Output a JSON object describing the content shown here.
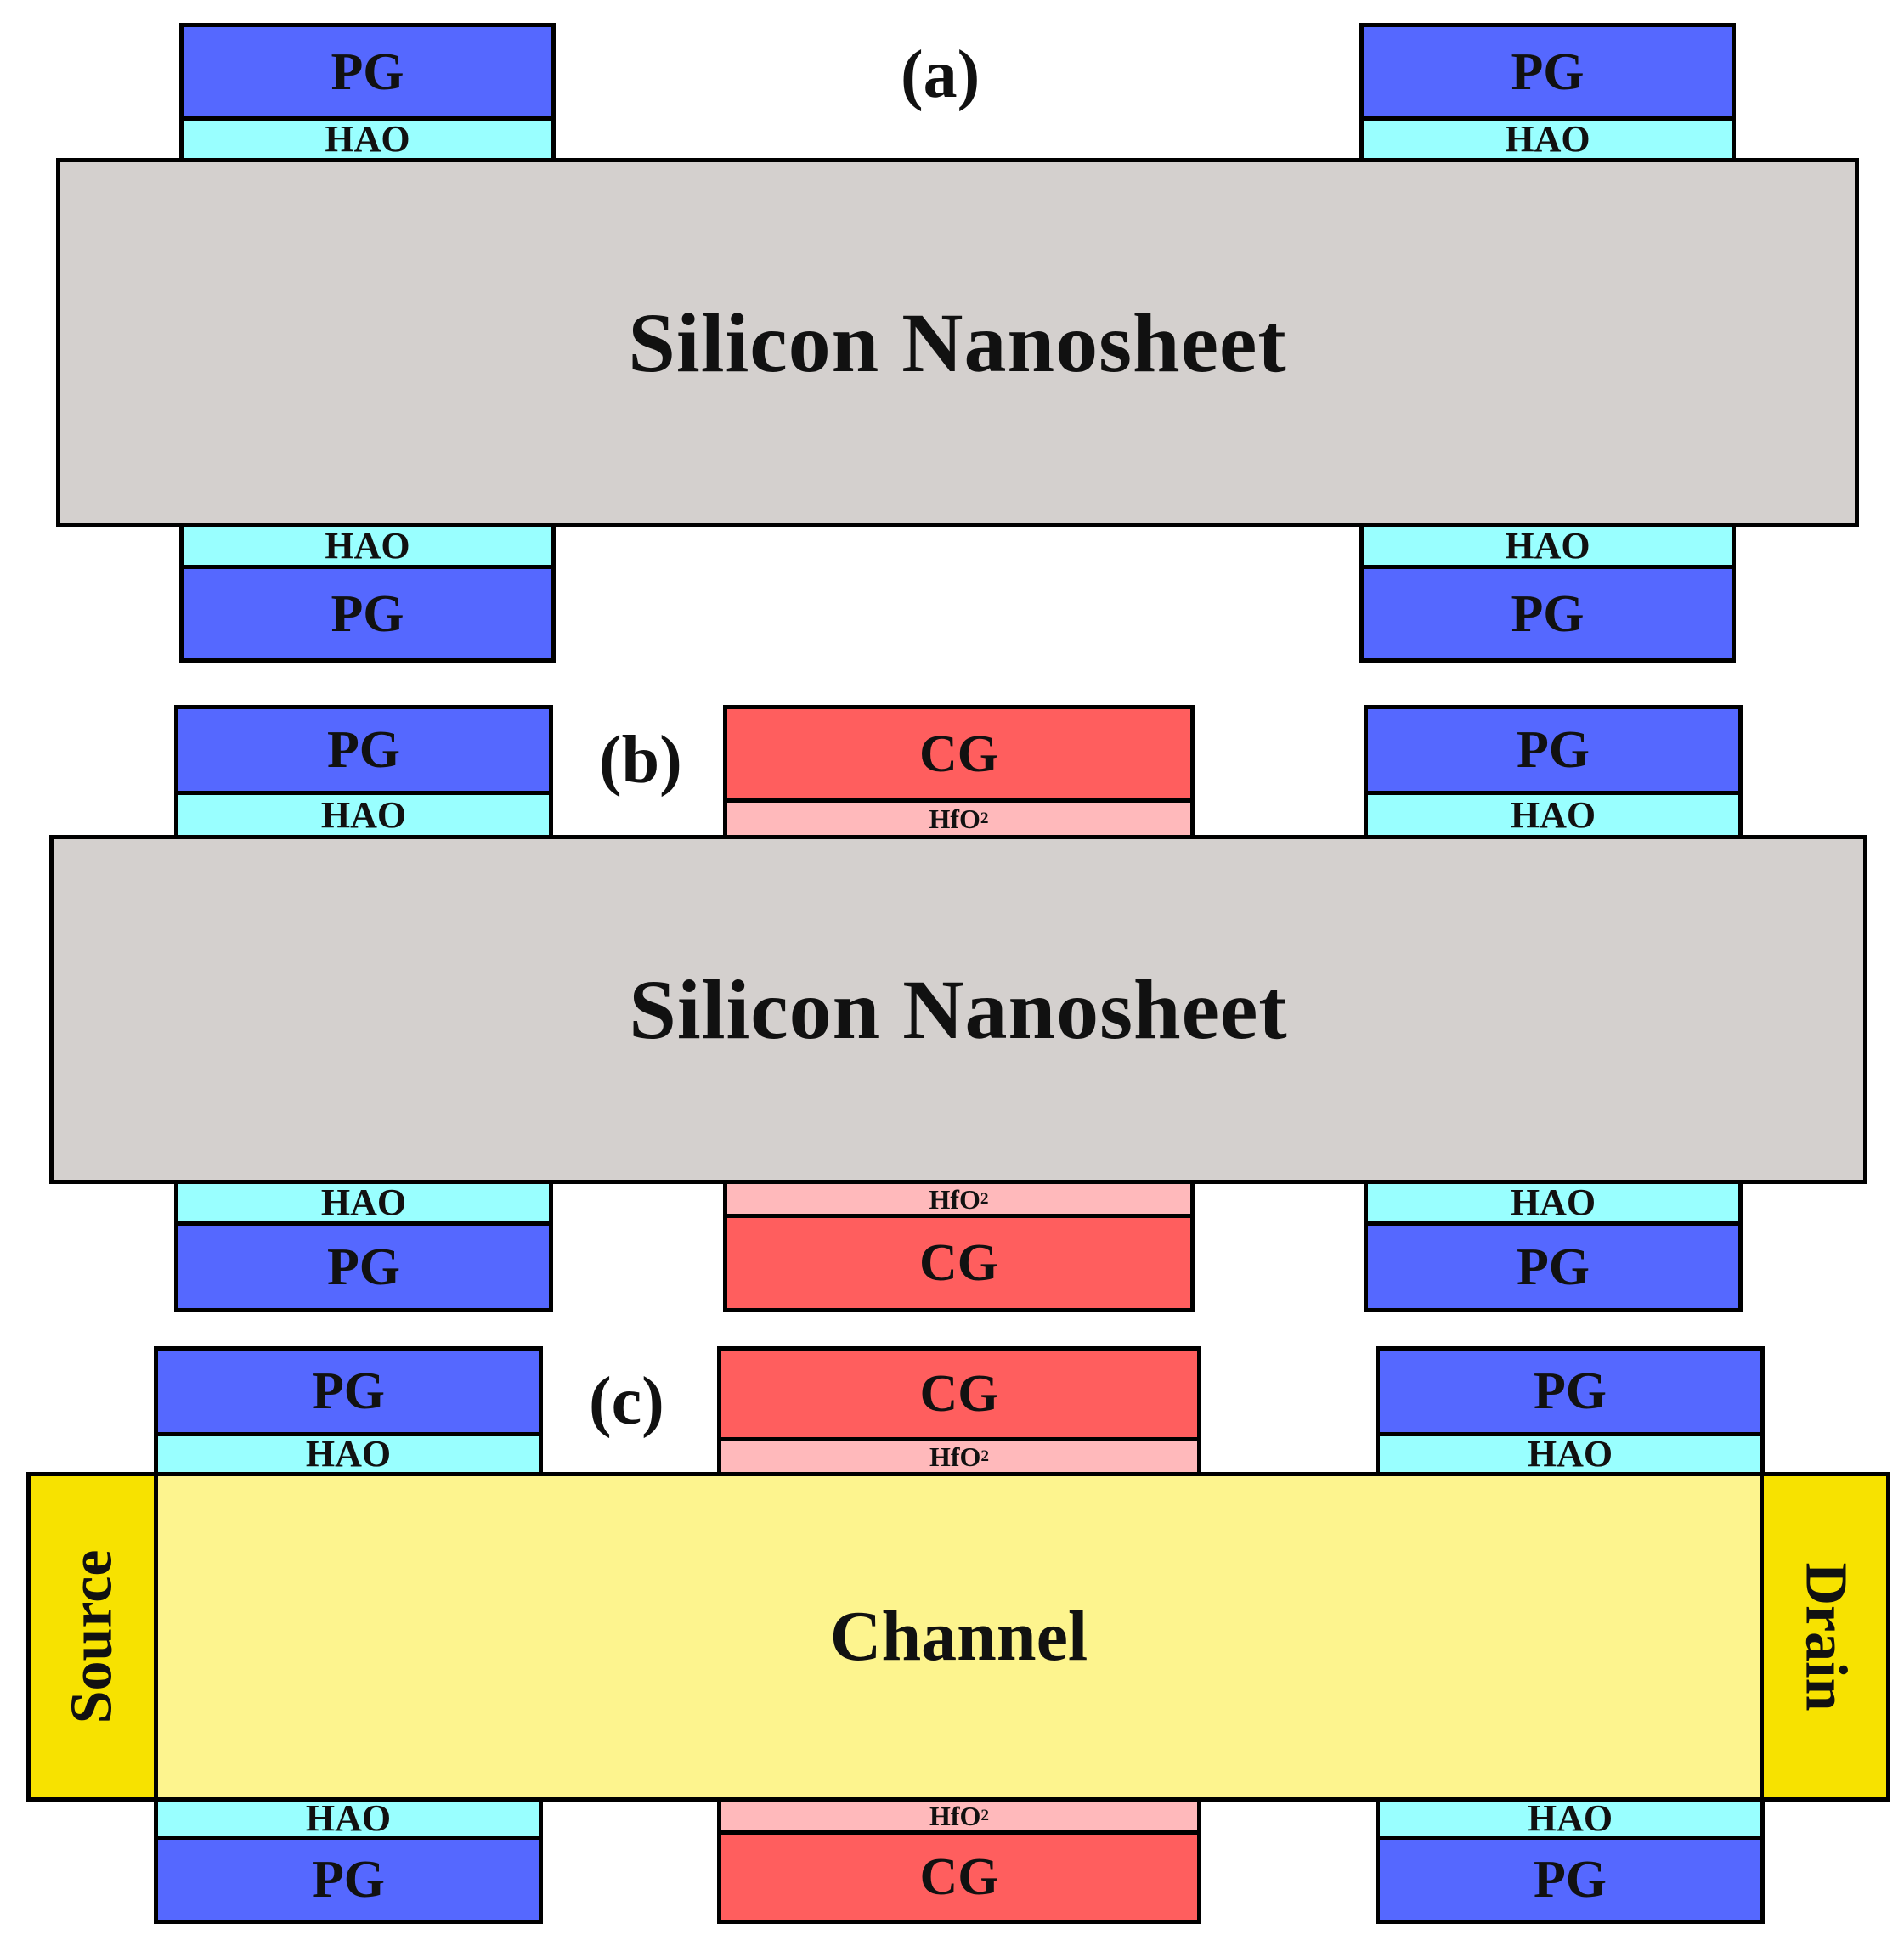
{
  "labels": {
    "pg": "PG",
    "hao": "HAO",
    "cg": "CG",
    "hfo2_main": "HfO",
    "hfo2_sub": "2",
    "silicon": "Silicon Nanosheet",
    "channel": "Channel",
    "source": "Source",
    "drain": "Drain"
  },
  "panels": {
    "a": "(a)",
    "b": "(b)",
    "c": "(c)"
  },
  "colors": {
    "pg": "#5568ff",
    "hao": "#99ffff",
    "cg": "#ff5e5e",
    "hfo2": "#ffb9bb",
    "silicon": "#d4d0ce",
    "channel": "#fdf48e",
    "source_drain": "#f7e200"
  }
}
